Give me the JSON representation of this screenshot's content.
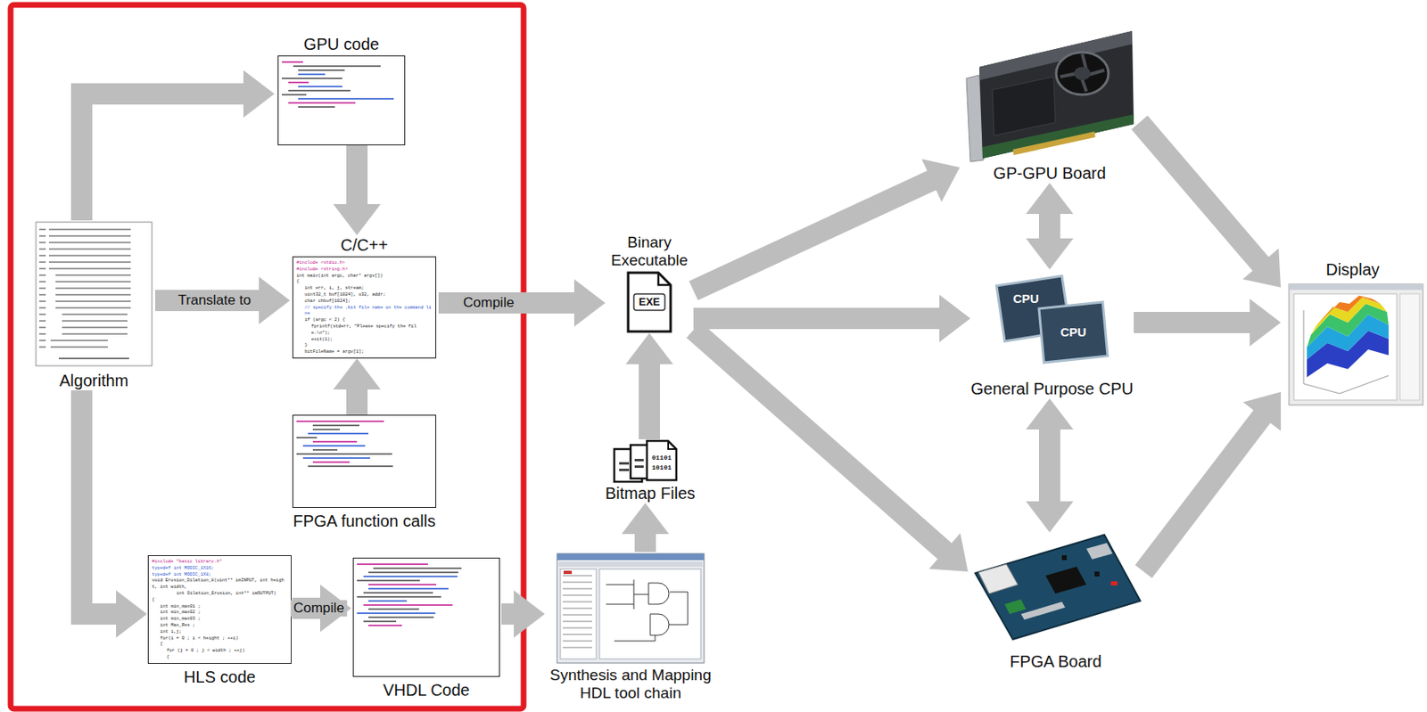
{
  "diagram": {
    "nodes": [
      {
        "text": [
          "Algorithm"
        ]
      },
      {
        "text": [
          "GPU code"
        ]
      },
      {
        "text": [
          "C/C++",
          "#include <stdio.h>",
          "#include <string.h>",
          "int main(int argc, char* argv[])",
          "{",
          "int err, i, j, stream;",
          "uint32_t buf[1024], u32, addr;",
          "char chbuf[1024];",
          "// specify the .bit file name on the command line",
          "if (argc < 2) {",
          "fprintf(stderr, \"Please specify the file.\\n\");",
          "exit(1);",
          "}",
          "bitFileName = argv[1];"
        ]
      },
      {
        "text": [
          "FPGA function calls"
        ]
      },
      {
        "text": [
          "HLS code",
          "#include \"basic library.h\"",
          "typedef int MODIC_1X16;",
          "typedef int MODIC_1X8;",
          "void Erosion_Dilation_8(uint** imINPUT, int height, int width,",
          "int Dilation_Erosion, int** imOUTPUT)",
          "{",
          "int min_max01 ;",
          "int min_max02 ;",
          "int min_max03 ;",
          "int Max_Res ;",
          "int i,j;",
          "for(i = 0 ; i < height ; ++i)",
          "{",
          "for (j = 0 ; j < width ; ++j)",
          "{"
        ]
      },
      {
        "text": [
          "VHDL Code"
        ]
      },
      {
        "text": [
          "Synthesis and Mapping HDL tool chain"
        ]
      },
      {
        "text": [
          "Bitmap Files"
        ]
      },
      {
        "text": [
          "Binary Executable",
          "EXE"
        ]
      },
      {
        "text": [
          "GP-GPU Board"
        ]
      },
      {
        "text": [
          "General Purpose CPU"
        ]
      },
      {
        "text": [
          "FPGA Board"
        ]
      },
      {
        "text": [
          "Display"
        ]
      }
    ],
    "edges": [
      {
        "from": 0,
        "to": 1,
        "arrow": "to"
      },
      {
        "from": 0,
        "to": 2,
        "label": "Translate to",
        "arrow": "to"
      },
      {
        "from": 0,
        "to": 4,
        "arrow": "to"
      },
      {
        "from": 1,
        "to": 2,
        "arrow": "to"
      },
      {
        "from": 3,
        "to": 2,
        "arrow": "to"
      },
      {
        "from": 4,
        "to": 5,
        "label": "Compile",
        "arrow": "to"
      },
      {
        "from": 5,
        "to": 6,
        "arrow": "to"
      },
      {
        "from": 2,
        "to": 8,
        "label": "Compile",
        "arrow": "to"
      },
      {
        "from": 6,
        "to": 7,
        "arrow": "to"
      },
      {
        "from": 7,
        "to": 8,
        "arrow": "to"
      },
      {
        "from": 8,
        "to": 9,
        "arrow": "to"
      },
      {
        "from": 8,
        "to": 10,
        "arrow": "to"
      },
      {
        "from": 8,
        "to": 11,
        "arrow": "to"
      },
      {
        "from": 9,
        "to": 10,
        "arrow": "both"
      },
      {
        "from": 10,
        "to": 11,
        "arrow": "both"
      },
      {
        "from": 9,
        "to": 12,
        "arrow": "to"
      },
      {
        "from": 10,
        "to": 12,
        "arrow": "to"
      },
      {
        "from": 11,
        "to": 12,
        "arrow": "to"
      }
    ],
    "labels": [
      "CPU",
      "CPU",
      "01101",
      "10101"
    ]
  }
}
